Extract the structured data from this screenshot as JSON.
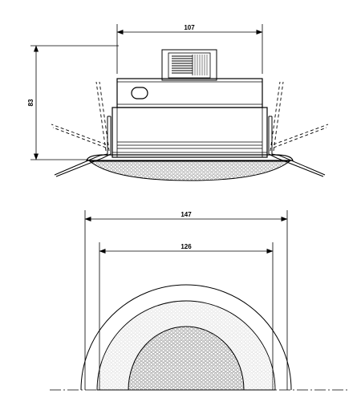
{
  "dimensions": {
    "top_width": "107",
    "height": "83",
    "outer_diameter": "147",
    "inner_diameter": "126"
  },
  "views": [
    "side-view",
    "bottom-view"
  ],
  "colors": {
    "line": "#000000",
    "background": "#ffffff",
    "mesh": "#555555"
  }
}
